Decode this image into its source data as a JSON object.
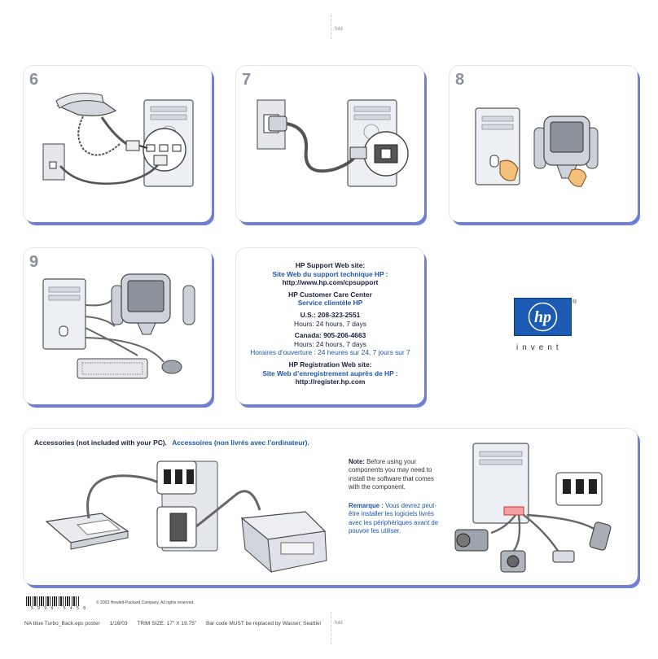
{
  "fold_labels": [
    "fold",
    "fold"
  ],
  "steps": {
    "six": "6",
    "seven": "7",
    "eight": "8",
    "nine": "9"
  },
  "support": {
    "support_title": "HP Support Web site:",
    "support_title_fr": "Site Web du support technique HP :",
    "support_url": "http://www.hp.com/cpsupport",
    "care_title": "HP Customer Care Center",
    "care_title_fr": "Service clientèle HP",
    "us_phone": "U.S.: 208-323-2551",
    "us_hours": "Hours: 24 hours, 7 days",
    "canada_phone": "Canada: 905-206-4663",
    "canada_hours": "Hours: 24 hours, 7 days",
    "canada_hours_fr": "Horaires d’ouverture : 24 heures sur 24, 7 jours sur 7",
    "registration_title": "HP Registration Web site:",
    "registration_title_fr": "Site Web d’enregistrement auprès de HP :",
    "registration_url": "http://register.hp.com"
  },
  "brand": {
    "logo_text": "hp",
    "registered": "®",
    "tagline": "invent",
    "color": "#1d5ab4"
  },
  "accessories": {
    "title": "Accessories (not included with your PC).",
    "title_fr": "Accessoires (non livrés avec l’ordinateur).",
    "note_label": "Note:",
    "note_text": "Before using your components you may need to install the software that comes with the component.",
    "note_label_fr": "Remarque :",
    "note_text_fr": "Vous devrez peut-être installer les logiciels livrés avec les périphériques avant de pouvoir les utiliser."
  },
  "footer": {
    "barcode_number": "5 9 9 8 - 5 4 5 8",
    "copyright": "© 2003 Hewlett-Packard Company. All rights reserved.",
    "file_name": "NA blue Turbo_Back.eps poster",
    "date": "1/16/03",
    "trim_size": "TRIM SIZE:  17\" X 19.75\"",
    "barcode_note": "Bar code MUST be replaced by Wasser, Seattle!"
  },
  "colors": {
    "card_shadow": "#6f7fd8",
    "french_text": "#1f55a8",
    "step_number": "#8a8f9a"
  }
}
